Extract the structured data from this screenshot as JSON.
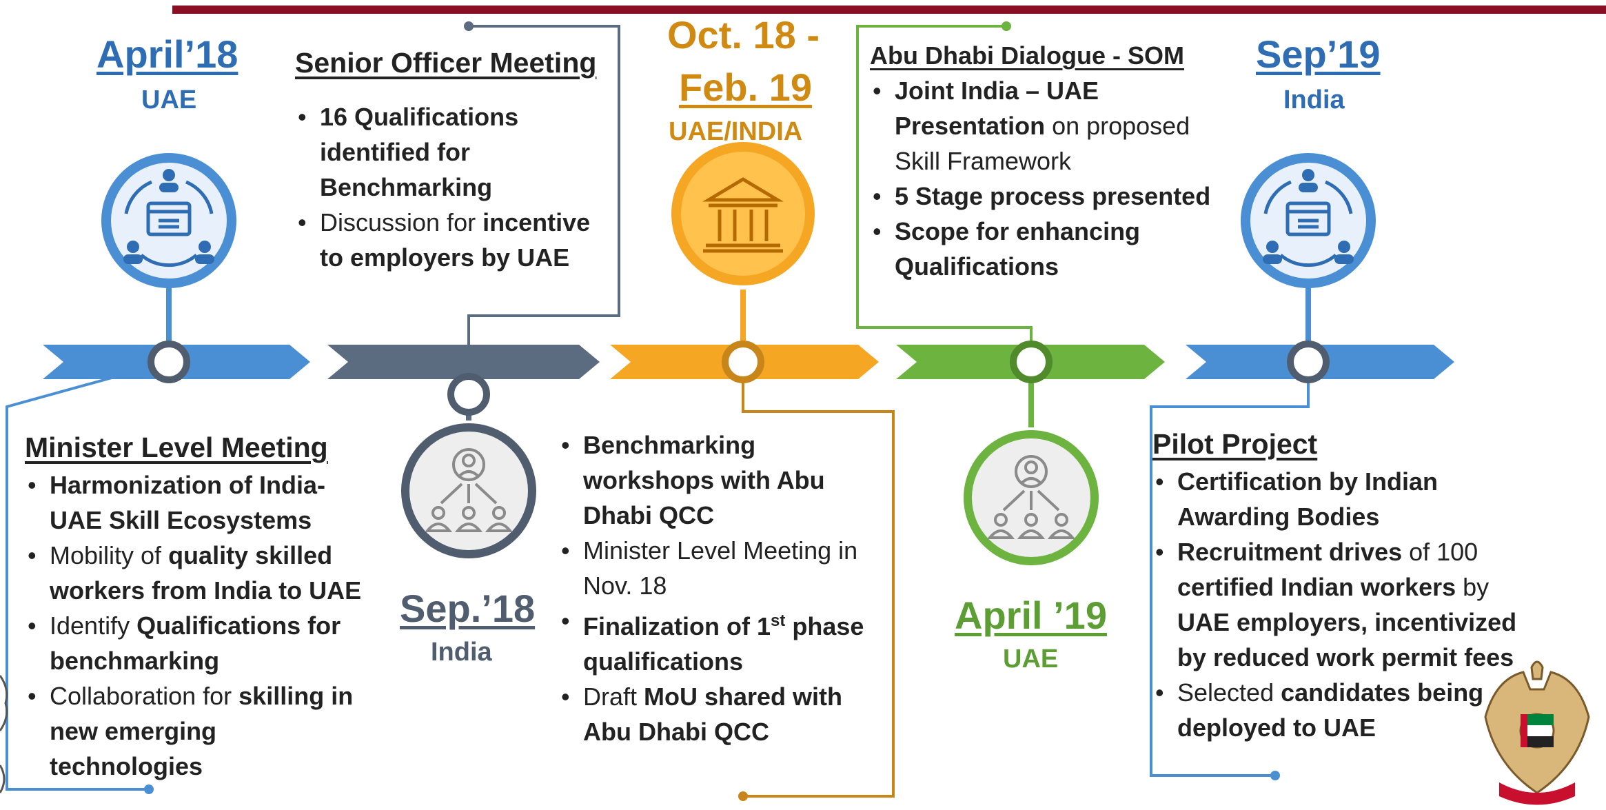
{
  "colors": {
    "blue": "#4a8fd4",
    "slate": "#5b6b80",
    "orange": "#f5a623",
    "orange_dark": "#c8861a",
    "green": "#6db33f",
    "crimson": "#8b0f24",
    "title_blue": "#2e6db4",
    "title_orange": "#d08a12",
    "title_green": "#5c9e34",
    "gray_dark": "#4f5d6f"
  },
  "milestones": [
    {
      "date": "April’18",
      "place": "UAE",
      "icon": "meeting-network-icon"
    },
    {
      "date": "Sep.’18",
      "place": "India",
      "icon": "hierarchy-people-icon"
    },
    {
      "date_line1": "Oct. 18 -",
      "date_line2": "Feb. 19",
      "place": "UAE/INDIA",
      "icon": "institution-building-icon"
    },
    {
      "date": "April ’19",
      "place": "UAE",
      "icon": "hierarchy-people-icon"
    },
    {
      "date": "Sep’19",
      "place": "India",
      "icon": "meeting-network-icon"
    }
  ],
  "blocks": {
    "minister": {
      "heading": "Minister Level Meeting",
      "items": [
        [
          {
            "b": "Harmonization of India-"
          },
          {
            "b": "UAE Skill Ecosystems"
          }
        ],
        [
          {
            "t": "Mobility of ",
            "b": "quality skilled"
          },
          {
            "b": "workers from India to UAE"
          }
        ],
        [
          {
            "t": "Identify ",
            "b": "Qualifications for"
          },
          {
            "b": "benchmarking"
          }
        ],
        [
          {
            "t": "Collaboration for ",
            "b": "skilling in"
          },
          {
            "b": "new emerging"
          },
          {
            "b": "technologies"
          }
        ]
      ]
    },
    "senior": {
      "heading": "Senior Officer Meeting",
      "items": [
        [
          {
            "b": "16 Qualifications"
          },
          {
            "b": "identified for"
          },
          {
            "b": "Benchmarking"
          }
        ],
        [
          {
            "t": "Discussion for ",
            "b": "incentive"
          },
          {
            "b": "to employers by UAE"
          }
        ]
      ]
    },
    "bench": {
      "items": [
        [
          {
            "b": "Benchmarking"
          },
          {
            "b": "workshops with Abu"
          },
          {
            "b": "Dhabi QCC"
          }
        ],
        [
          {
            "t": "Minister Level Meeting in"
          },
          {
            "t": "Nov. 18"
          }
        ],
        [
          {
            "b": "Finalization of 1",
            "sup": "st",
            "b2": " phase"
          },
          {
            "b": "qualifications"
          }
        ],
        [
          {
            "t": "Draft ",
            "b": "MoU shared with"
          },
          {
            "b": "Abu Dhabi QCC"
          }
        ]
      ]
    },
    "dialogue": {
      "heading": "Abu Dhabi Dialogue - SOM",
      "items": [
        [
          {
            "b": "Joint India – UAE"
          },
          {
            "b": "Presentation",
            "t2": " on proposed"
          },
          {
            "t": "Skill Framework"
          }
        ],
        [
          {
            "b": "5 Stage process presented"
          }
        ],
        [
          {
            "b": "Scope for enhancing"
          },
          {
            "b": "Qualifications"
          }
        ]
      ]
    },
    "pilot": {
      "heading": "Pilot Project",
      "items": [
        [
          {
            "b": "Certification by Indian"
          },
          {
            "b": "Awarding Bodies"
          }
        ],
        [
          {
            "b": "Recruitment drives",
            "t2": "  of 100"
          },
          {
            "b": "certified Indian workers",
            "t2": " by"
          },
          {
            "b": "UAE employers, incentivized"
          },
          {
            "b": "by reduced work permit fees"
          }
        ],
        [
          {
            "t": "Selected ",
            "b": "candidates being"
          },
          {
            "b": "deployed to UAE"
          }
        ]
      ]
    }
  }
}
